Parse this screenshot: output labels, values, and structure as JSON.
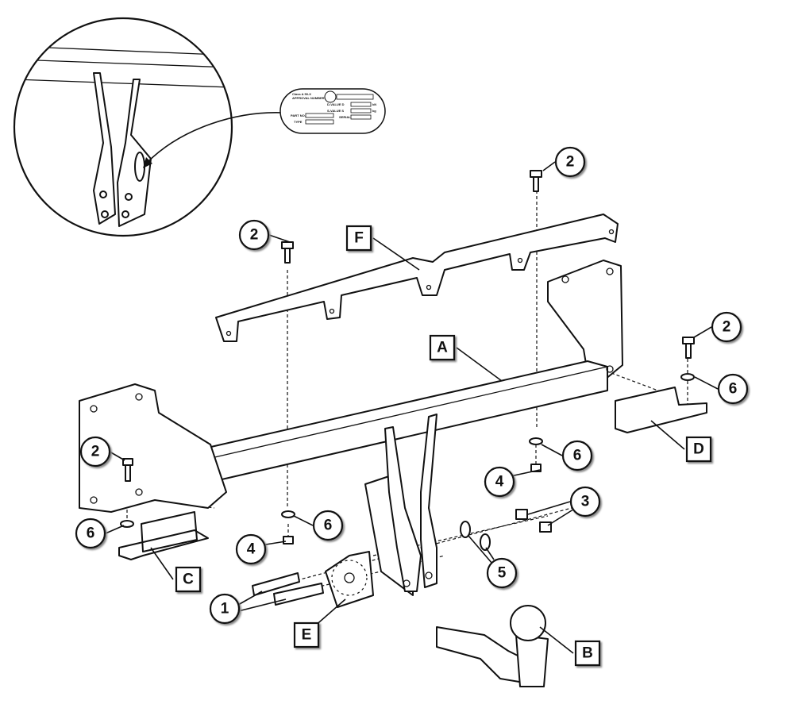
{
  "title": "Tow bar assembly exploded diagram",
  "plate": {
    "class": "Class A 50-X",
    "approval": "APPROVAL NUMBER",
    "d_value": "D-VALUE D",
    "d_unit": "kN",
    "s_value": "S-VALUE S",
    "s_unit": "kg",
    "serial": "SERIAL",
    "part_no": "PART NO.",
    "type": "TYPE"
  },
  "part_labels": {
    "A": "A",
    "B": "B",
    "C": "C",
    "D": "D",
    "E": "E",
    "F": "F"
  },
  "item_numbers": {
    "n1": "1",
    "n2": "2",
    "n3": "3",
    "n4": "4",
    "n5": "5",
    "n6": "6"
  }
}
